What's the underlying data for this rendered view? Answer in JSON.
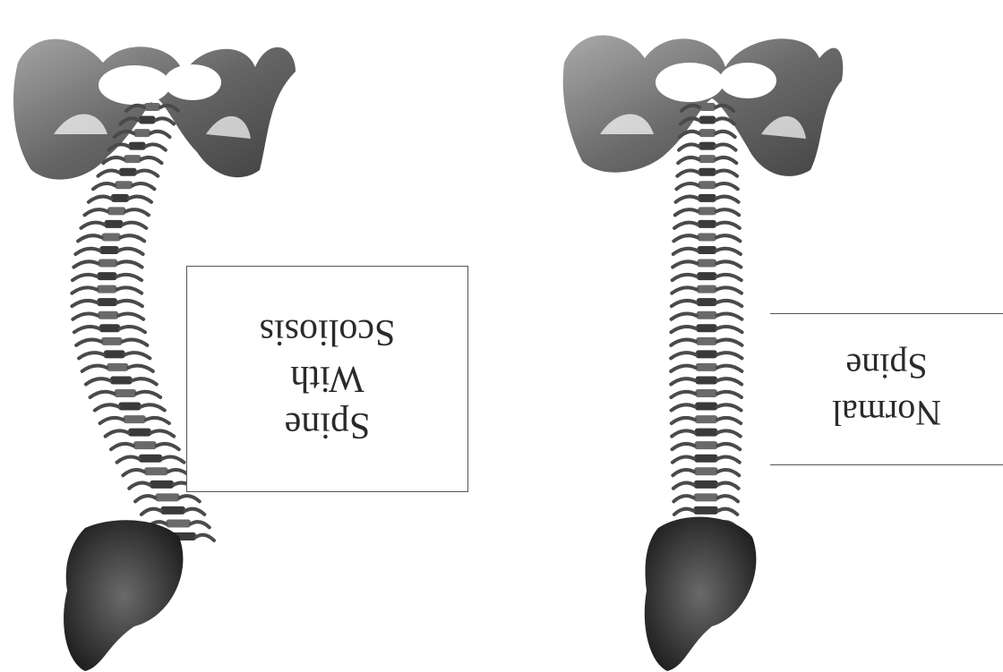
{
  "figure": {
    "orientation": "rotated-180",
    "colors": {
      "bone_light": "#d9d9d9",
      "bone_mid": "#8a8a8a",
      "bone_dark": "#2b2b2b",
      "frame": "#555555"
    }
  },
  "left_spine": {
    "label_lines": [
      "Spine",
      "With",
      "Scoliosis"
    ]
  },
  "right_spine": {
    "label_lines": [
      "Normal",
      "Spine"
    ]
  }
}
